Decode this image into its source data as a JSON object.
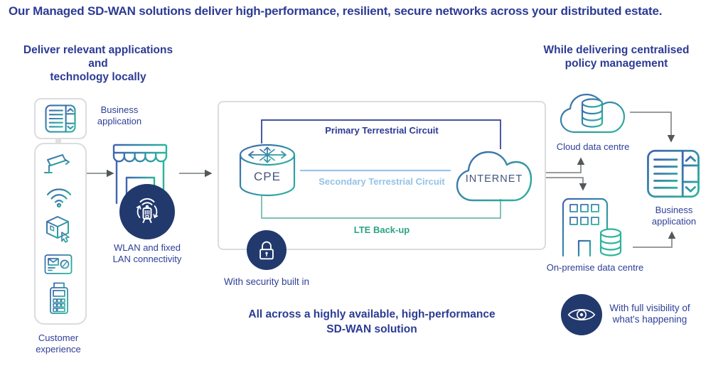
{
  "title": "Our Managed SD-WAN solutions deliver high-performance, resilient, secure networks across your distributed estate.",
  "left_heading": {
    "line1": "Deliver relevant applications and",
    "line2": "technology locally"
  },
  "right_heading": {
    "line1": "While delivering centralised",
    "line2": "policy management"
  },
  "left_column": {
    "business_app": {
      "line1": "Business",
      "line2": "application"
    },
    "wlan": {
      "line1": "WLAN and fixed",
      "line2": "LAN connectivity"
    },
    "customer": {
      "line1": "Customer",
      "line2": "experience"
    }
  },
  "center_box": {
    "primary": "Primary Terrestrial Circuit",
    "secondary": "Secondary Terrestrial Circuit",
    "lte": "LTE Back-up",
    "cpe": "CPE",
    "internet": "INTERNET",
    "security": "With security built in",
    "tagline": {
      "line1": "All across a highly available, high-performance",
      "line2": "SD-WAN solution"
    }
  },
  "right_column": {
    "cloud": "Cloud data centre",
    "onpremise": "On-premise data centre",
    "business_app": {
      "line1": "Business",
      "line2": "application"
    },
    "visibility": {
      "line1": "With full visibility of",
      "line2": "what's happening"
    }
  },
  "colors": {
    "navy_text": "#2c3b94",
    "dark_circle": "#22396d",
    "icon_blue": "#3f66b0",
    "icon_teal": "#2cb49e",
    "secondary_blue": "#93c3e8",
    "lte_green": "#2ca383",
    "lte_line": "#6cb8ac",
    "arrow_grey": "#8a8e91",
    "box_border": "#dbdcde"
  }
}
